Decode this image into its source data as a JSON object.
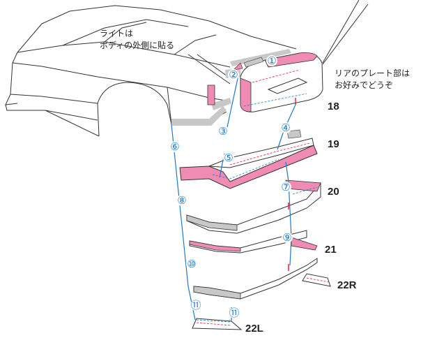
{
  "notes": {
    "light_line1": "ライトは",
    "light_line2": "ボディの外側に貼る",
    "rear_line1": "リアのプレート部は",
    "rear_line2": "お好みでどうぞ"
  },
  "parts": {
    "p18": "18",
    "p19": "19",
    "p20": "20",
    "p21": "21",
    "p22r": "22R",
    "p22l": "22L"
  },
  "steps": [
    "①",
    "②",
    "③",
    "④",
    "⑤",
    "⑥",
    "⑦",
    "⑧",
    "⑨",
    "⑩",
    "⑪",
    "⑪"
  ],
  "colors": {
    "outline": "#333333",
    "glue_pink": "#f08cb4",
    "shade_gray": "#c8c8c8",
    "guide_blue": "#1f78c8",
    "mark_red": "#e0203c"
  }
}
